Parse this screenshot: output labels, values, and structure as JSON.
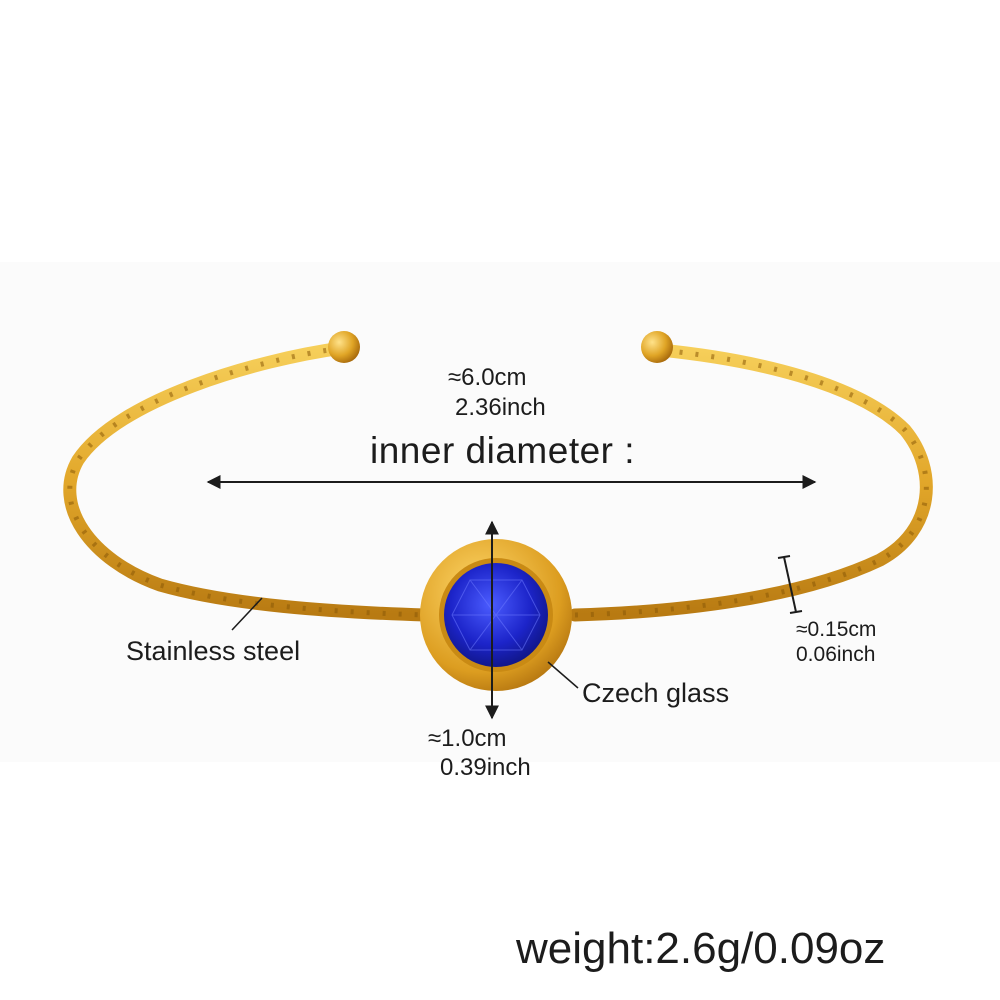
{
  "dimensions": {
    "width_cm": "≈6.0cm",
    "width_inch": "2.36inch",
    "title": "inner diameter :",
    "thickness_cm": "≈0.15cm",
    "thickness_inch": "0.06inch",
    "stone_cm": "≈1.0cm",
    "stone_inch": "0.39inch"
  },
  "materials": {
    "band": "Stainless steel",
    "stone": "Czech glass"
  },
  "weight": "weight:2.6g/0.09oz",
  "colors": {
    "gold": "#e0a526",
    "gold_dark": "#b57a10",
    "stone_blue": "#1a22c8",
    "background": "#ffffff"
  }
}
